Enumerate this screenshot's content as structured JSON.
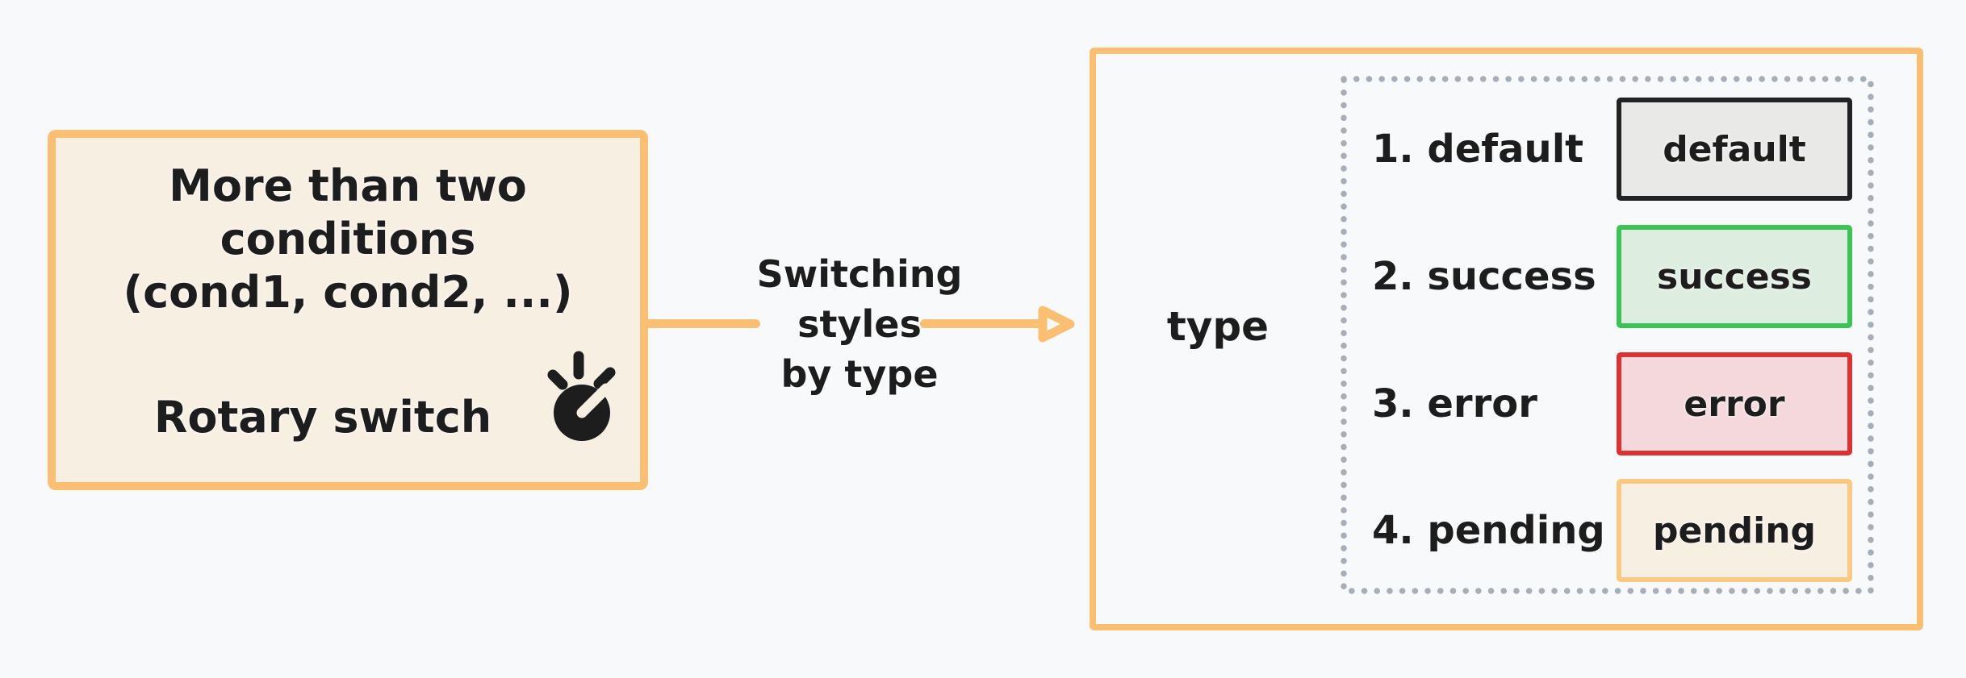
{
  "theme": {
    "background": "#F7F9FA",
    "accent_orange": "#FBBF74",
    "text_color": "#1D1D1D",
    "dotted_border_color": "#A8AEB6"
  },
  "left_card": {
    "lines": [
      "More than two",
      "conditions",
      "(cond1, cond2, ...)"
    ],
    "caption": "Rotary switch",
    "icon": "rotary-knob-icon",
    "background": "#F8EFE3",
    "border_color": "#FBBF74"
  },
  "connector": {
    "label_lines": [
      "Switching",
      "styles",
      "by type"
    ],
    "icon": "arrow-right-icon",
    "color": "#FBBF74"
  },
  "right_card": {
    "label": "type",
    "border_color": "#FBBF74",
    "options": [
      {
        "label": "1. default",
        "badge": "default",
        "badge_background": "#E9E9E8",
        "badge_border": "#222222"
      },
      {
        "label": "2. success",
        "badge": "success",
        "badge_background": "#DDEEE0",
        "badge_border": "#3DC355"
      },
      {
        "label": "3. error",
        "badge": "error",
        "badge_background": "#F4D8DB",
        "badge_border": "#DE3131"
      },
      {
        "label": "4. pending",
        "badge": "pending",
        "badge_background": "#F8EFE3",
        "badge_border": "#FCC985"
      }
    ]
  }
}
